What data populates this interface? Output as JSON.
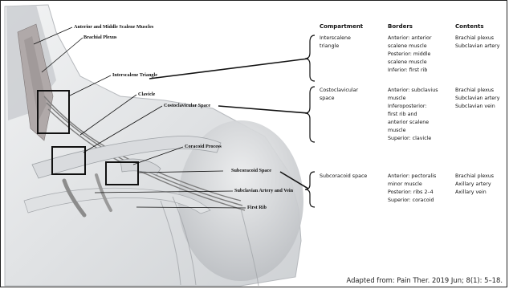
{
  "labels": {
    "scalene": "Anterior and Middle Scalene Muscles",
    "plexus": "Brachial Plexus",
    "triangle": "Interscalene Triangle",
    "clavicle": "Clavicle",
    "costo": "Costoclavicular Space",
    "coracoid": "Coracoid Process",
    "subcoracoid": "Subcoracoid Space",
    "artery": "Subclavian Artery and Vein",
    "rib": "First Rib"
  },
  "table": {
    "headers": [
      "Compartment",
      "Borders",
      "Contents"
    ],
    "rows": [
      {
        "compartment": [
          "Interscalene",
          "triangle"
        ],
        "borders": [
          "Anterior: anterior",
          "scalene muscle",
          "Posterior: middle",
          "scalene muscle",
          "Inferior: first rib"
        ],
        "contents": [
          "Brachial plexus",
          "Subclavian artery"
        ]
      },
      {
        "compartment": [
          "Costoclavicular",
          "space"
        ],
        "borders": [
          "Anterior: subclavius",
          "muscle",
          "Inferoposterior:",
          "first rib and",
          "anterior scalene",
          "muscle",
          "Superior: clavicle"
        ],
        "contents": [
          "Brachial plexus",
          "Subclavian artery",
          "Subclavian vein"
        ]
      },
      {
        "compartment": [
          "Subcoracoid space"
        ],
        "borders": [
          "Anterior: pectoralis",
          "minor muscle",
          "Posterior: ribs 2–4",
          "Superior: coracoid"
        ],
        "contents": [
          "Brachial plexus",
          "Axillary artery",
          "Axillary vein"
        ]
      }
    ]
  },
  "credit": "Adapted from: Pain Ther. 2019 Jun; 8(1): 5–18.",
  "colors": {
    "ink": "#111111",
    "skin": "#e4e6e8",
    "muscle": "#b9b3b3",
    "artery": "#8f8f8f"
  }
}
